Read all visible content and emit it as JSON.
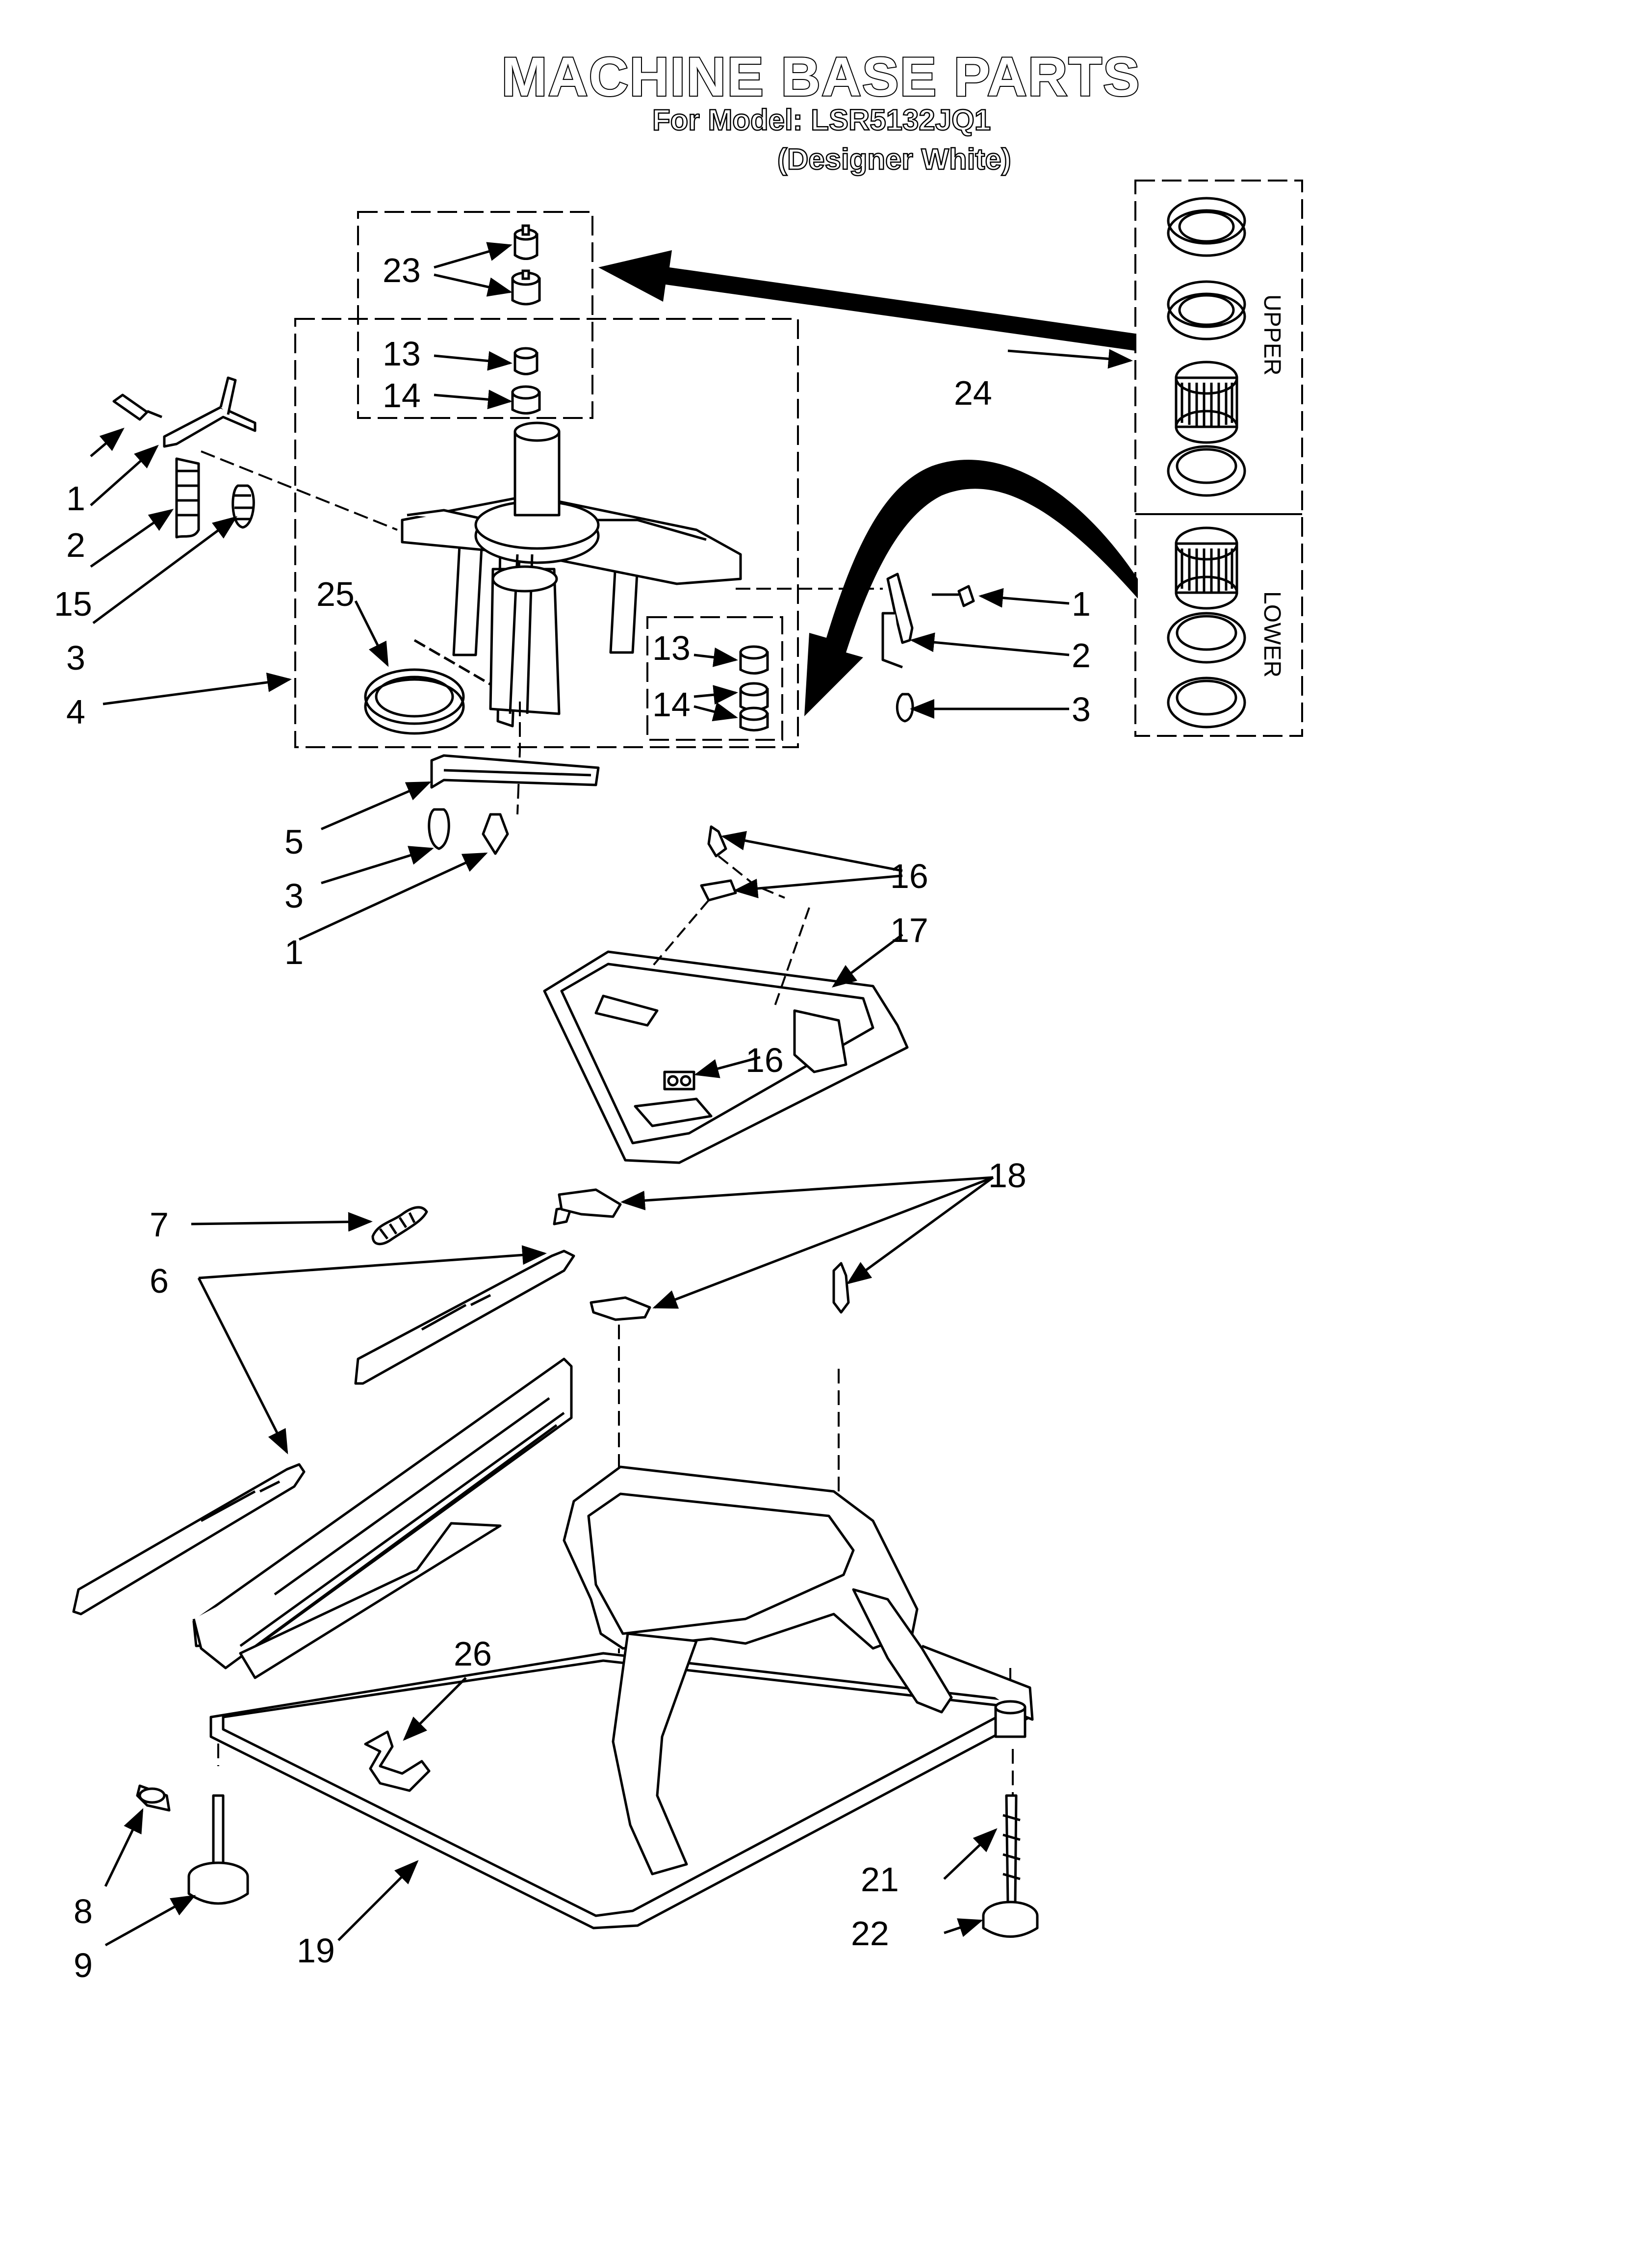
{
  "header": {
    "title": "MACHINE BASE PARTS",
    "model_line": "For Model: LSR5132JQ1",
    "color_line": "(Designer White)"
  },
  "kit_box": {
    "upper_label": "UPPER",
    "lower_label": "LOWER"
  },
  "callouts": {
    "c23": "23",
    "c13a": "13",
    "c14a": "14",
    "c24": "24",
    "c1a": "1",
    "c2a": "2",
    "c15": "15",
    "c3a": "3",
    "c4": "4",
    "c25": "25",
    "c13b": "13",
    "c14b": "14",
    "c1b": "1",
    "c2b": "2",
    "c3b": "3",
    "c5": "5",
    "c3c": "3",
    "c1c": "1",
    "c16a": "16",
    "c17": "17",
    "c16b": "16",
    "c7": "7",
    "c6": "6",
    "c18": "18",
    "c26": "26",
    "c8": "8",
    "c9": "9",
    "c19": "19",
    "c21": "21",
    "c22": "22"
  }
}
